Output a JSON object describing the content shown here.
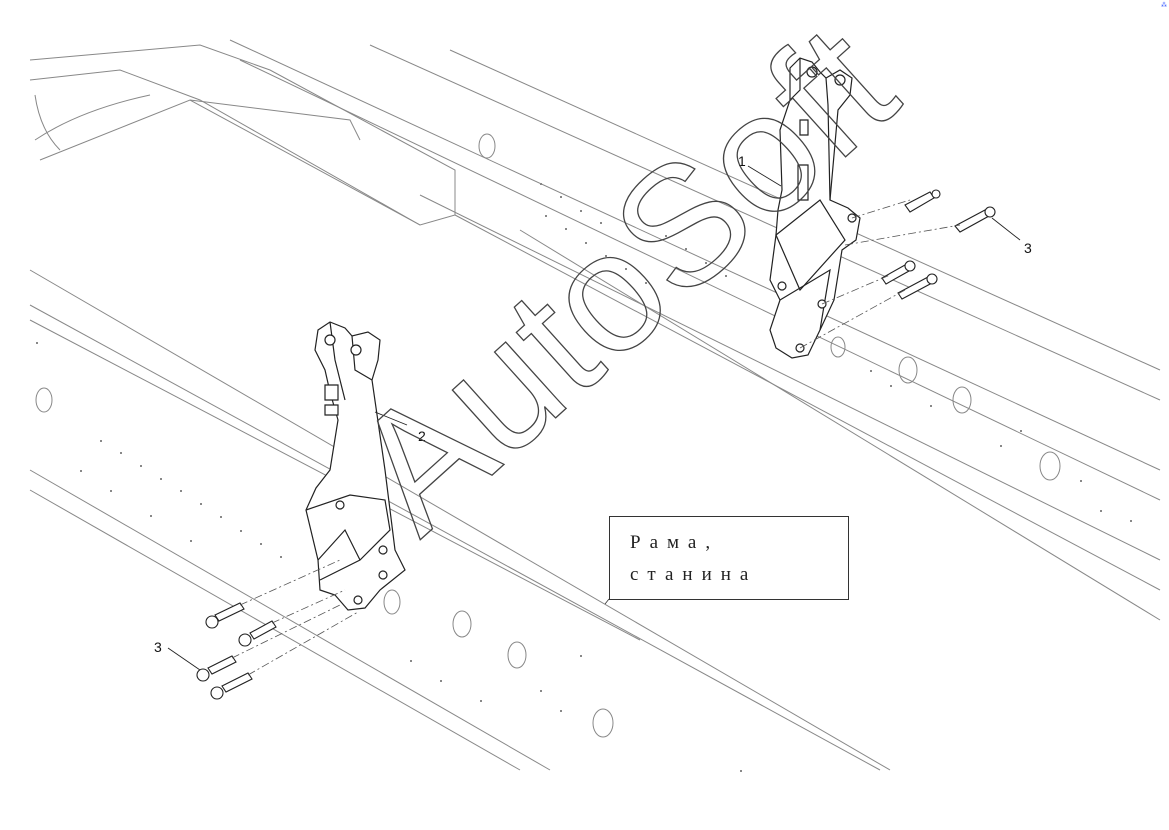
{
  "callouts": {
    "part_1": "1",
    "part_2": "2",
    "bolts_right": "3",
    "bolts_left": "3"
  },
  "legend": {
    "line1": "Рама,",
    "line2": "станина"
  },
  "watermark": {
    "text": "AutoSoft",
    "stroke_color": "#444444"
  },
  "colors": {
    "line": "#666666",
    "part_stroke": "#222222"
  }
}
